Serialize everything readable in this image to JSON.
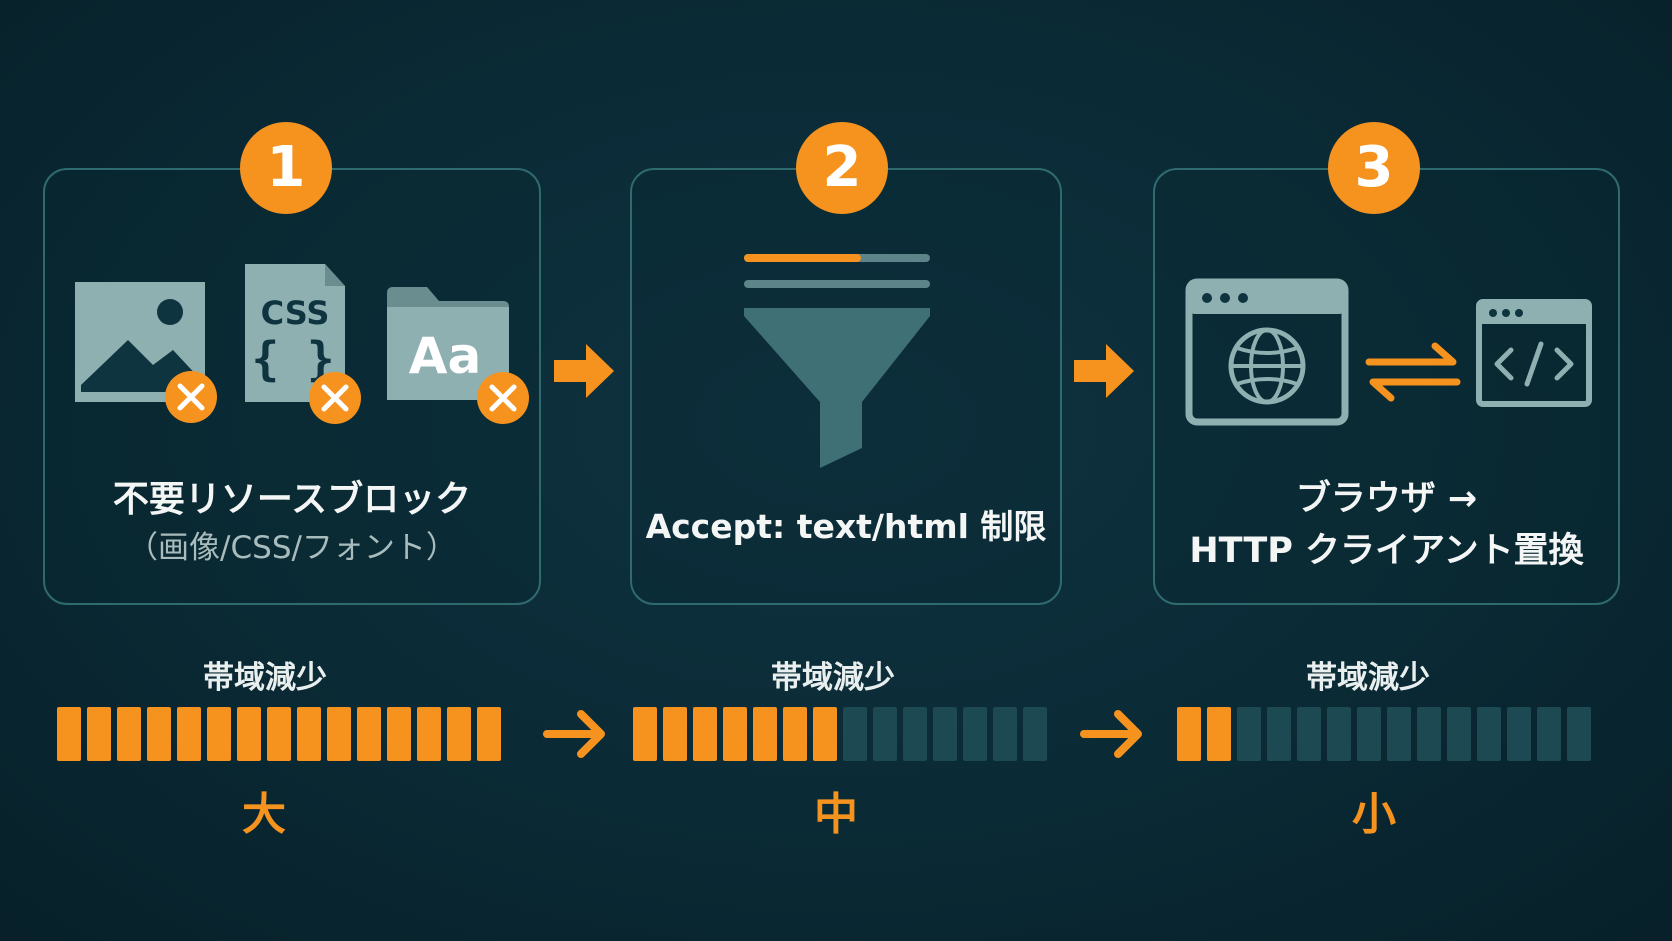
{
  "steps": [
    {
      "number": "1",
      "title": "不要リソースブロック",
      "subtitle": "（画像/CSS/フォント）",
      "icons": [
        "image-icon",
        "css-file-icon",
        "font-folder-icon"
      ],
      "css_label": "CSS",
      "css_braces": "{ }",
      "font_label": "Aa"
    },
    {
      "number": "2",
      "title": "Accept: text/html 制限",
      "icons": [
        "filter-funnel-icon"
      ]
    },
    {
      "number": "3",
      "title": "ブラウザ →",
      "subtitle": "HTTP クライアント置換",
      "icons": [
        "browser-globe-icon",
        "swap-arrows-icon",
        "code-window-icon"
      ]
    }
  ],
  "bandwidth": [
    {
      "label": "帯域減少",
      "level": "大",
      "filled": 15,
      "total": 15
    },
    {
      "label": "帯域減少",
      "level": "中",
      "filled": 7,
      "total": 14
    },
    {
      "label": "帯域減少",
      "level": "小",
      "filled": 2,
      "total": 14
    }
  ],
  "colors": {
    "accent": "#f6931f",
    "background": "#0a2a35",
    "card_border": "#2f6a6f",
    "icon_fill": "#8fb0b1",
    "bar_off": "#1d4a52"
  }
}
